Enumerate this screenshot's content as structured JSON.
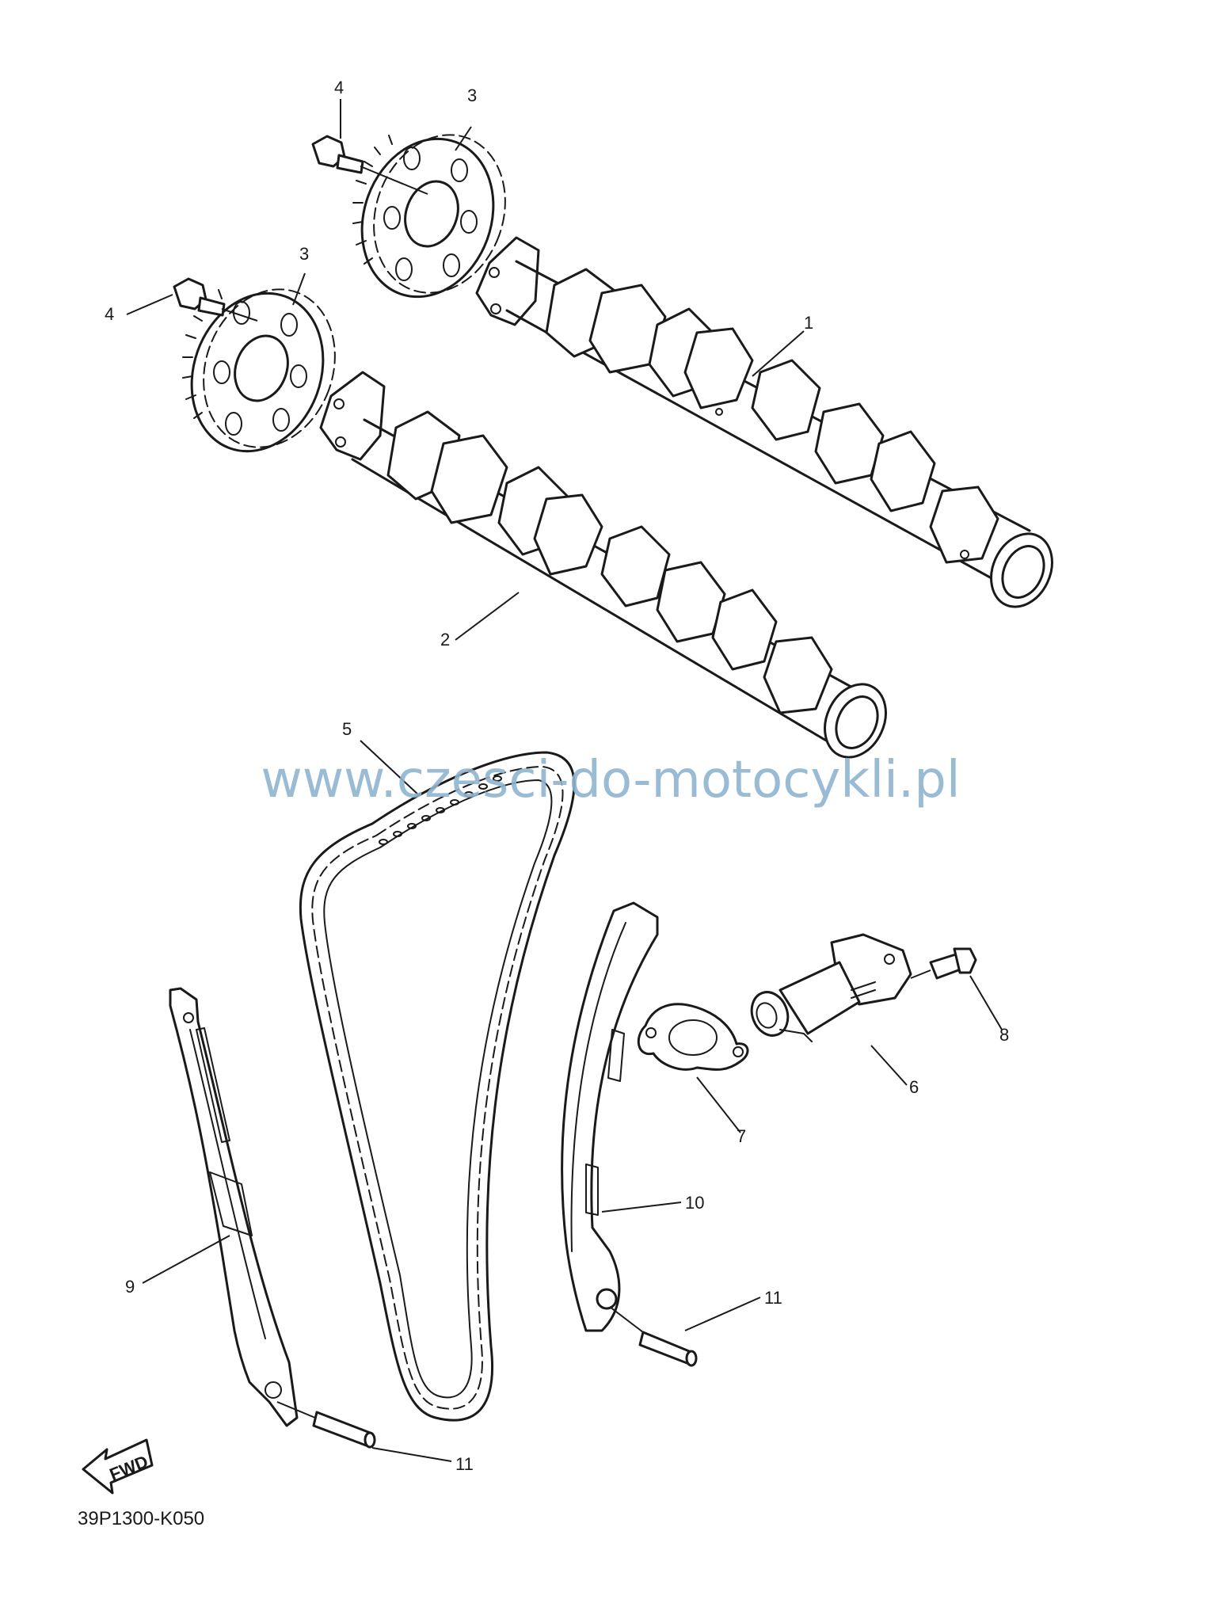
{
  "diagram": {
    "watermark": "www.czesci-do-motocykli.pl",
    "part_code": "39P1300-K050",
    "fwd_label": "FWD",
    "callouts": {
      "c1": "1",
      "c2": "2",
      "c3a": "3",
      "c3b": "3",
      "c4a": "4",
      "c4b": "4",
      "c5": "5",
      "c6": "6",
      "c7": "7",
      "c8": "8",
      "c9": "9",
      "c10": "10",
      "c11a": "11",
      "c11b": "11",
      "c11c": "11"
    }
  },
  "colors": {
    "line": "#1a1a1a",
    "watermark": "#8fb4cf"
  }
}
